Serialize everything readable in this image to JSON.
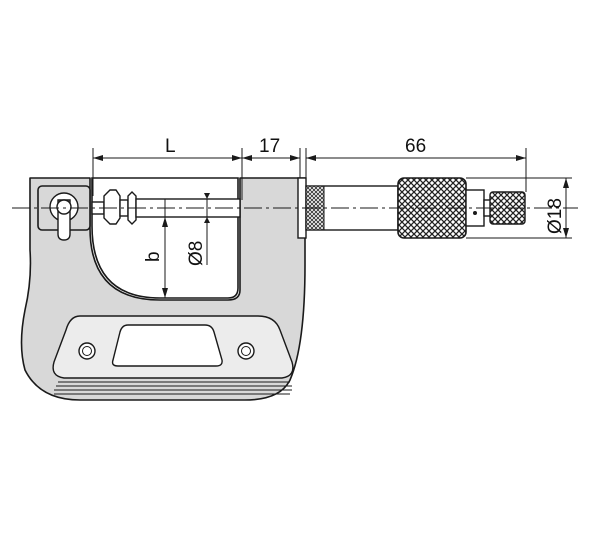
{
  "drawing": {
    "dimensions": {
      "L": "L",
      "seventeen": "17",
      "sixtysix": "66",
      "dia18": "Ø18",
      "dia8": "Ø8",
      "b": "b"
    }
  },
  "colors": {
    "frame_fill": "#d8d8d8",
    "line": "#1a1a1a",
    "knurl": "#222222"
  }
}
